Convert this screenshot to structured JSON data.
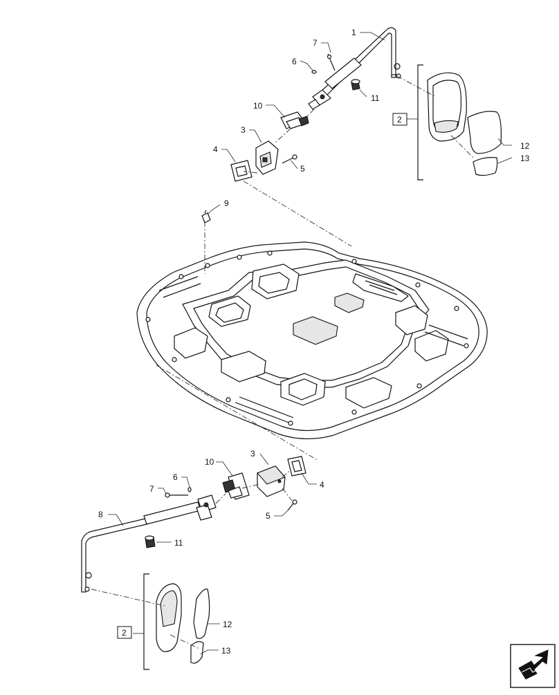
{
  "callouts": {
    "c1": "1",
    "c2_top": "2",
    "c3_top": "3",
    "c4_top": "4",
    "c5_top": "5",
    "c6_top": "6",
    "c7_top": "7",
    "c9": "9",
    "c10_top": "10",
    "c11_top": "11",
    "c12_top": "12",
    "c13_top": "13",
    "c8": "8",
    "c2_bot": "2",
    "c3_bot": "3",
    "c4_bot": "4",
    "c5_bot": "5",
    "c6_bot": "6",
    "c7_bot": "7",
    "c10_bot": "10",
    "c11_bot": "11",
    "c12_bot": "12",
    "c13_bot": "13"
  },
  "nav_icon": "return-arrow-icon"
}
